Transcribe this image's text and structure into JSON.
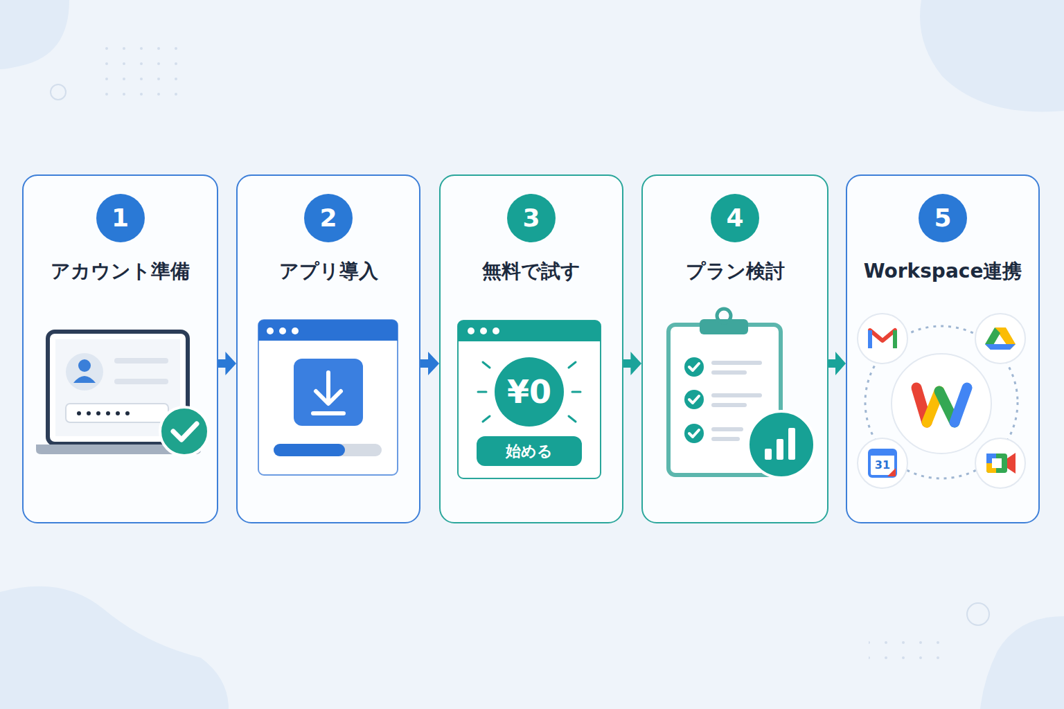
{
  "diagram": {
    "nodes": [
      {
        "text": [
          "1",
          "アカウント準備"
        ]
      },
      {
        "text": [
          "2",
          "アプリ導入"
        ]
      },
      {
        "text": [
          "3",
          "無料で試す"
        ]
      },
      {
        "text": [
          "4",
          "プラン検討"
        ]
      },
      {
        "text": [
          "5",
          "Workspace連携"
        ]
      }
    ],
    "edges": [
      {
        "from": 0,
        "to": 1,
        "arrow": "to"
      },
      {
        "from": 1,
        "to": 2,
        "arrow": "to"
      },
      {
        "from": 2,
        "to": 3,
        "arrow": "to"
      },
      {
        "from": 3,
        "to": 4,
        "arrow": "to"
      }
    ],
    "labels": [
      "¥0",
      "始める",
      "31"
    ]
  }
}
